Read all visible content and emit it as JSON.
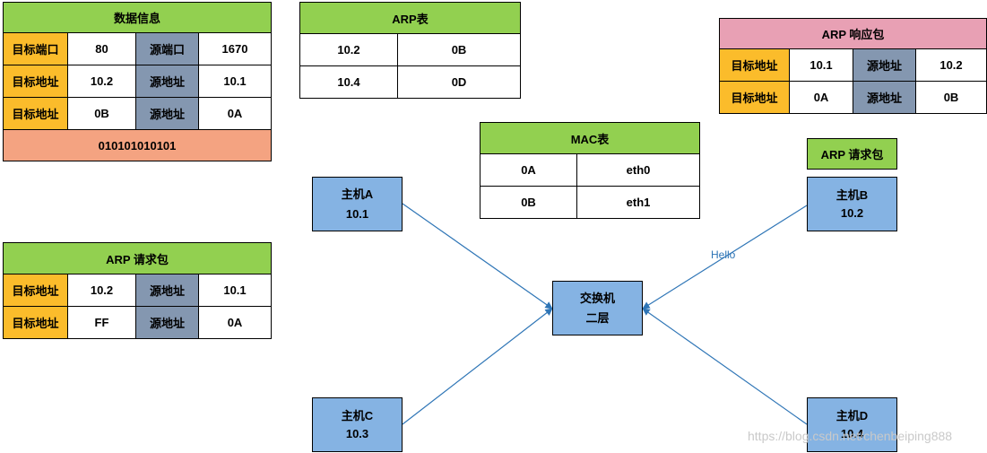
{
  "data_info": {
    "title": "数据信息",
    "rows": [
      [
        "目标端口",
        "80",
        "源端口",
        "1670"
      ],
      [
        "目标地址",
        "10.2",
        "源地址",
        "10.1"
      ],
      [
        "目标地址",
        "0B",
        "源地址",
        "0A"
      ]
    ],
    "payload": "010101010101"
  },
  "arp_table": {
    "title": "ARP表",
    "rows": [
      [
        "10.2",
        "0B"
      ],
      [
        "10.4",
        "0D"
      ]
    ]
  },
  "mac_table": {
    "title": "MAC表",
    "rows": [
      [
        "0A",
        "eth0"
      ],
      [
        "0B",
        "eth1"
      ]
    ]
  },
  "arp_response": {
    "title": "ARP 响应包",
    "rows": [
      [
        "目标地址",
        "10.1",
        "源地址",
        "10.2"
      ],
      [
        "目标地址",
        "0A",
        "源地址",
        "0B"
      ]
    ]
  },
  "arp_request_left": {
    "title": "ARP 请求包",
    "rows": [
      [
        "目标地址",
        "10.2",
        "源地址",
        "10.1"
      ],
      [
        "目标地址",
        "FF",
        "源地址",
        "0A"
      ]
    ]
  },
  "arp_request_right_label": "ARP 请求包",
  "nodes": {
    "host_a": {
      "name": "主机A",
      "ip": "10.1"
    },
    "host_b": {
      "name": "主机B",
      "ip": "10.2"
    },
    "host_c": {
      "name": "主机C",
      "ip": "10.3"
    },
    "host_d": {
      "name": "主机D",
      "ip": "10.4"
    },
    "switch": {
      "name": "交换机",
      "layer": "二层"
    }
  },
  "edge_label": "Hello",
  "watermark": "https://blog.csdn.net/chenbeiping888",
  "colors": {
    "header_green": "#92d050",
    "field_orange": "#fbbc2b",
    "field_gray": "#8497b0",
    "payload_salmon": "#f4a381",
    "response_pink": "#e8a0b4",
    "node_blue": "#85b3e3",
    "link_blue": "#2e75b6"
  }
}
